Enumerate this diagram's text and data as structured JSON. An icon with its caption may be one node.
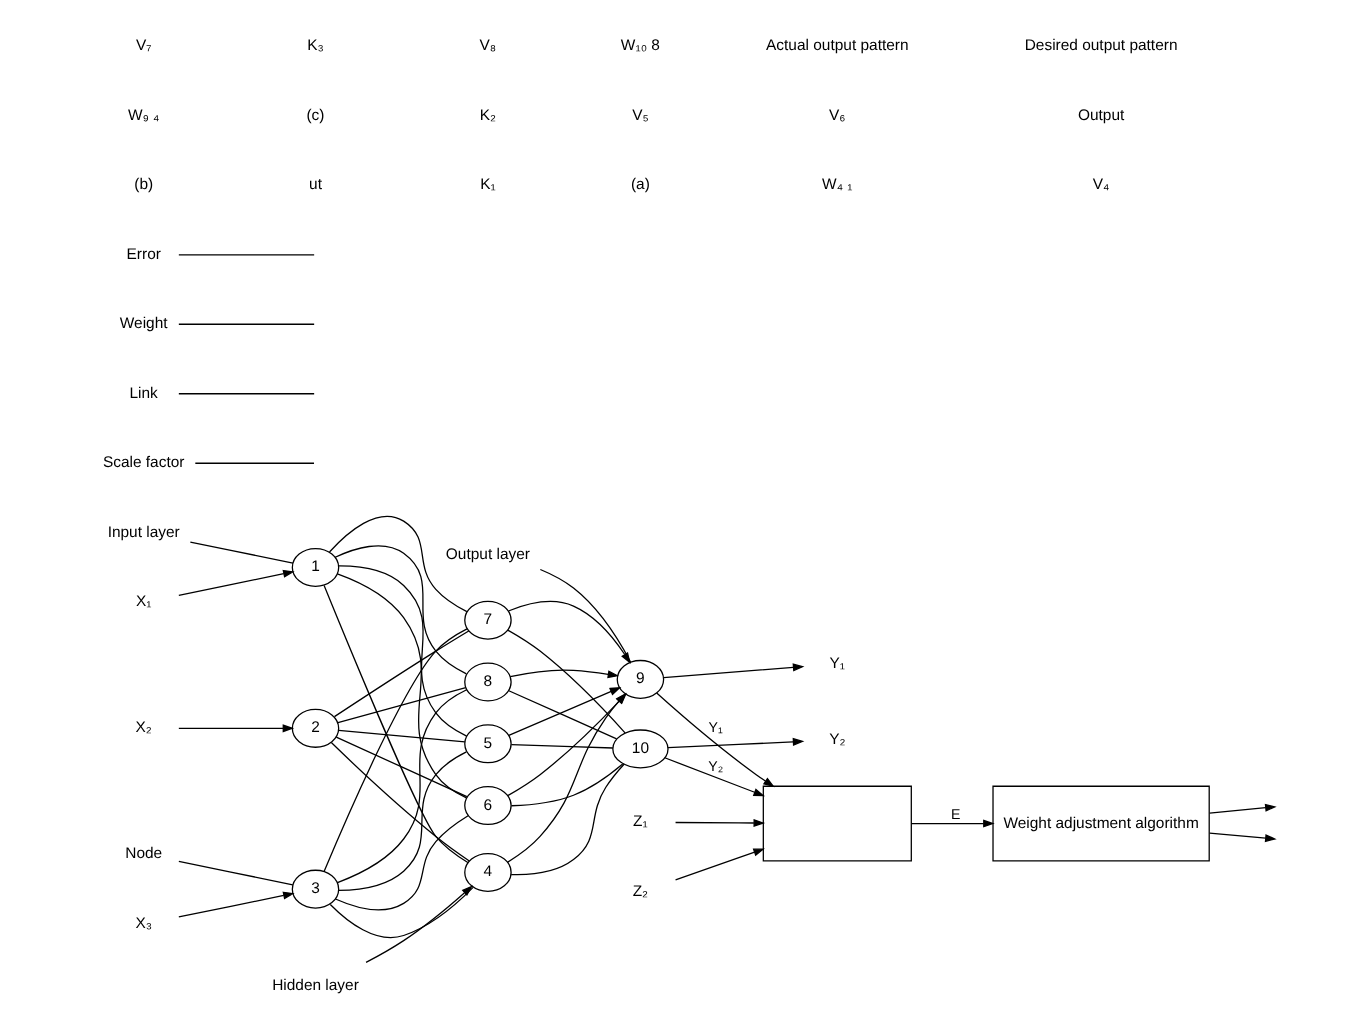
{
  "diagram": {
    "nodes": [
      {
        "text": [
          "X₁"
        ]
      },
      {
        "text": [
          "X₂"
        ]
      },
      {
        "text": [
          "X₃"
        ]
      },
      {
        "text": [
          "1"
        ]
      },
      {
        "text": [
          "2"
        ]
      },
      {
        "text": [
          "3"
        ]
      },
      {
        "text": [
          "4"
        ]
      },
      {
        "text": [
          "5"
        ]
      },
      {
        "text": [
          "6"
        ]
      },
      {
        "text": [
          "7"
        ]
      },
      {
        "text": [
          "8"
        ]
      },
      {
        "text": [
          "9"
        ]
      },
      {
        "text": [
          "10"
        ]
      },
      {
        "text": [
          "Y₁"
        ]
      },
      {
        "text": [
          "Y₂"
        ]
      },
      {
        "text": [],
        "shape": "box"
      },
      {
        "text": [
          "Weight adjustment algorithm"
        ]
      },
      {
        "text": [
          "Z₁"
        ]
      },
      {
        "text": [
          "Z₂"
        ]
      },
      {
        "text": [
          "Hidden layer"
        ]
      },
      {
        "text": [
          "Input layer"
        ]
      },
      {
        "text": [
          "Node"
        ]
      },
      {
        "text": [
          "Scale factor"
        ]
      },
      {
        "text": [
          "Output layer"
        ]
      },
      {
        "text": [
          "Link"
        ]
      },
      {
        "text": [
          "Weight"
        ]
      },
      {
        "text": [
          "Error"
        ]
      }
    ],
    "edges": [
      {
        "from": 0,
        "to": 3,
        "arrow": "to"
      },
      {
        "from": 1,
        "to": 4,
        "arrow": "to"
      },
      {
        "from": 2,
        "to": 5,
        "arrow": "to"
      },
      {
        "from": 3,
        "to": 6,
        "arrow": "none"
      },
      {
        "from": 3,
        "to": 7,
        "arrow": "none"
      },
      {
        "from": 3,
        "to": 8,
        "arrow": "none"
      },
      {
        "from": 3,
        "to": 9,
        "arrow": "none"
      },
      {
        "from": 3,
        "to": 10,
        "arrow": "none"
      },
      {
        "from": 4,
        "to": 6,
        "arrow": "none"
      },
      {
        "from": 4,
        "to": 7,
        "arrow": "none"
      },
      {
        "from": 4,
        "to": 8,
        "arrow": "none"
      },
      {
        "from": 4,
        "to": 9,
        "arrow": "none"
      },
      {
        "from": 4,
        "to": 10,
        "arrow": "none"
      },
      {
        "from": 5,
        "to": 6,
        "arrow": "none"
      },
      {
        "from": 5,
        "to": 7,
        "arrow": "none"
      },
      {
        "from": 5,
        "to": 8,
        "arrow": "none"
      },
      {
        "from": 5,
        "to": 9,
        "arrow": "none"
      },
      {
        "from": 5,
        "to": 10,
        "arrow": "none"
      },
      {
        "from": 6,
        "to": 11,
        "arrow": "to"
      },
      {
        "from": 7,
        "to": 11,
        "arrow": "to"
      },
      {
        "from": 8,
        "to": 11,
        "arrow": "to"
      },
      {
        "from": 9,
        "to": 11,
        "arrow": "to"
      },
      {
        "from": 10,
        "to": 11,
        "arrow": "to"
      },
      {
        "from": 6,
        "to": 12,
        "arrow": "none"
      },
      {
        "from": 7,
        "to": 12,
        "arrow": "none"
      },
      {
        "from": 8,
        "to": 12,
        "arrow": "none"
      },
      {
        "from": 9,
        "to": 12,
        "arrow": "none"
      },
      {
        "from": 10,
        "to": 12,
        "arrow": "none"
      },
      {
        "from": 11,
        "to": 13,
        "arrow": "to"
      },
      {
        "from": 12,
        "to": 14,
        "arrow": "to"
      },
      {
        "from": 11,
        "to": 15,
        "arrow": "to",
        "label": "Y₁"
      },
      {
        "from": 12,
        "to": 15,
        "arrow": "to",
        "label": "Y₂"
      },
      {
        "from": 15,
        "to": 16,
        "arrow": "to",
        "label": "E"
      },
      {
        "from": 17,
        "to": 15,
        "arrow": "to"
      },
      {
        "from": 18,
        "to": 15,
        "arrow": "to"
      },
      {
        "from": 16,
        "to": null,
        "arrow": "to"
      },
      {
        "from": 16,
        "to": null,
        "arrow": "to"
      },
      {
        "from": 19,
        "to": 6,
        "arrow": "to"
      },
      {
        "from": 20,
        "to": 3,
        "arrow": "none"
      },
      {
        "from": 21,
        "to": 5,
        "arrow": "none"
      },
      {
        "from": 22,
        "to": null,
        "arrow": "none"
      },
      {
        "from": 23,
        "to": 11,
        "arrow": "none"
      },
      {
        "from": 24,
        "to": null,
        "arrow": "none"
      },
      {
        "from": 25,
        "to": null,
        "arrow": "none"
      },
      {
        "from": 26,
        "to": null,
        "arrow": "none"
      }
    ],
    "labels": [
      "(b)",
      "ut",
      "K₁",
      "(a)",
      "W₄ ₁",
      "V₄",
      "W₉ ₄",
      "(c)",
      "K₂",
      "V₅",
      "V₆",
      "Output",
      "V₇",
      "K₃",
      "V₈",
      "W₁₀ 8",
      "Actual output pattern",
      "Desired output pattern"
    ]
  }
}
